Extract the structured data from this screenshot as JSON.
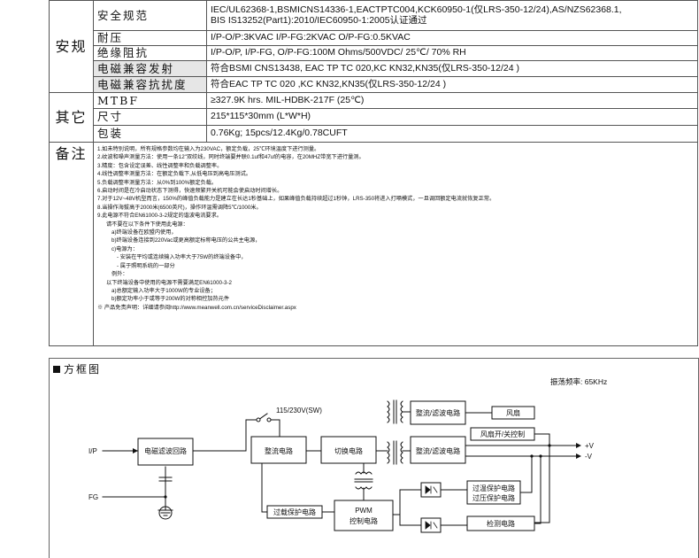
{
  "spec": {
    "safety_group": "安规",
    "safety_rows": [
      {
        "label": "安全规范",
        "lines": [
          "IEC/UL62368-1,BSMICNS14336-1,EACTPTC004,KCK60950-1(仅LRS-350-12/24),AS/NZS62368.1,",
          "BIS IS13252(Part1):2010/IEC60950-1:2005认证通过"
        ]
      },
      {
        "label": "耐压",
        "lines": [
          "I/P-O/P:3KVAC     I/P-FG:2KVAC     O/P-FG:0.5KVAC"
        ]
      },
      {
        "label": "绝缘阻抗",
        "lines": [
          "I/P-O/P, I/P-FG, O/P-FG:100M Ohms/500VDC/ 25℃/ 70% RH"
        ]
      },
      {
        "label": "电磁兼容发射",
        "lines": [
          "符合BSMI CNS13438, EAC TP TC 020,KC KN32,KN35(仅LRS-350-12/24 )"
        ]
      },
      {
        "label": "电磁兼容抗扰度",
        "lines": [
          "符合EAC TP TC 020 ,KC KN32,KN35(仅LRS-350-12/24 )"
        ]
      }
    ],
    "other_group": "其它",
    "other_rows": [
      {
        "label": "MTBF",
        "value": "≥327.9K hrs.  MIL-HDBK-217F (25℃)"
      },
      {
        "label": "尺寸",
        "value": "215*115*30mm (L*W*H)"
      },
      {
        "label": "包装",
        "value": "0.76Kg; 15pcs/12.4Kg/0.78CUFT"
      }
    ],
    "notes_group": "备注",
    "notes": [
      {
        "text": "1.如未特别说明，所有规格参数均在输入为230VAC，额定负载，25℃环境温度下进行测量。",
        "indent": 0
      },
      {
        "text": "2.纹波和噪声测量方法：使用一条12\"双绞线，同时终端要并联0.1uf和47uf的电容，在20MHZ带宽下进行量测。",
        "indent": 0
      },
      {
        "text": "3.精度：包含设定误差、线性调整率和负载调整率。",
        "indent": 0
      },
      {
        "text": "4.线性调整率测量方法：在额定负载下,从低电压到高电压测试。",
        "indent": 0
      },
      {
        "text": "5.负载调整率测量方法：从0%到100%额定负载。",
        "indent": 0
      },
      {
        "text": "6.启动时间是在冷启动状态下测得，快速频繁开关机可能会使启动时间增长。",
        "indent": 0
      },
      {
        "text": "7.对于12V~48V机型而言，150%的峰值负载能力是建立在长达1秒基础上，如果峰值负载持续超过1秒钟，LRS-350将进入打嗝模式，一旦调回额定电流就恢复正常。",
        "indent": 0
      },
      {
        "text": "8.当操作海拔高于2000米(6500英尺)，操作环温需调降5℃/1000米。",
        "indent": 0
      },
      {
        "text": "9.此电源不符合EN61000-3-2规定的谐波电流要求。",
        "indent": 0
      },
      {
        "text": "请不要在以下条件下使用此电源：",
        "indent": 1
      },
      {
        "text": "a)终端设备在欧盟内使用，",
        "indent": 2
      },
      {
        "text": "b)终端设备连接到220Vac或更高额定标称电压的公共主电源，",
        "indent": 2
      },
      {
        "text": "c)电源为：",
        "indent": 2
      },
      {
        "text": "- 安装在平均或连续输入功率大于75W的终端设备中，",
        "indent": 3
      },
      {
        "text": "- 属于照明系统的一部分",
        "indent": 3
      },
      {
        "text": "例外：",
        "indent": 2
      },
      {
        "text": "以下终端设备中使用的电源不需要满足EN61000-3-2",
        "indent": 1
      },
      {
        "text": "a)总额定输入功率大于1000W的专业设备；",
        "indent": 2
      },
      {
        "text": "b)额定功率小于或等于200W的对称相控加热元件",
        "indent": 2
      },
      {
        "text": "※ 产品免责声明：详细请参阅http://www.meanwell.com.cn/serviceDisclaimer.aspx",
        "indent": 0
      }
    ]
  },
  "block_diagram": {
    "title": "方框图",
    "freq": "振荡频率: 65KHz",
    "labels": {
      "ip": "I/P",
      "fg": "FG",
      "switch": "115/230V(SW)",
      "emi_filter": "电磁滤波回路",
      "rectifier": "整流电路",
      "switching": "切换电路",
      "rect_filter_top": "整流/滤波电路",
      "rect_filter_main": "整流/滤波电路",
      "fan": "风扇",
      "fan_ctrl": "风扇开/关控制",
      "vplus": "+V",
      "vminus": "-V",
      "pwm": "PWM",
      "pwm_ctrl": "控制电路",
      "ocp": "过载保护电路",
      "otp": "过温保护电路",
      "ovp": "过压保护电路",
      "detect": "检测电路"
    }
  }
}
